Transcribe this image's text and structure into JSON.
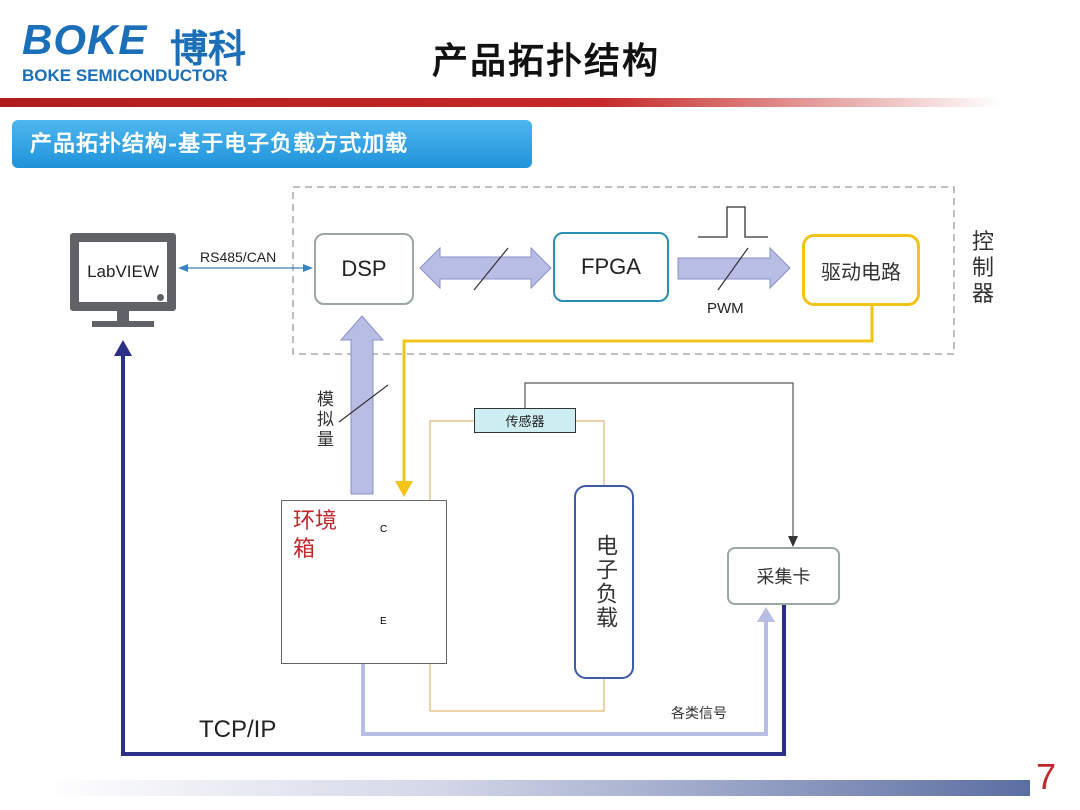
{
  "header": {
    "logo_text": "BOKE",
    "logo_cn": "博科",
    "logo_sub": "BOKE SEMICONDUCTOR",
    "title": "产品拓扑结构"
  },
  "banner": {
    "text": "产品拓扑结构-基于电子负载方式加载"
  },
  "diagram": {
    "labview": "LabVIEW",
    "rs485": "RS485/CAN",
    "dsp": "DSP",
    "fpga": "FPGA",
    "driver": "驱动电路",
    "pwm": "PWM",
    "controller": "控制器",
    "analog": "模拟量",
    "sensor": "传感器",
    "chamber": "环境箱",
    "igbt_c": "C",
    "igbt_e": "E",
    "load": "电子负载",
    "daq": "采集卡",
    "signals": "各类信号",
    "tcpip": "TCP/IP"
  },
  "colors": {
    "brand_blue": "#1a6fb8",
    "accent_red": "#c0282b",
    "arrow_lavender": "#b8bde6",
    "yellow": "#f2c418",
    "navy": "#2b2f85"
  },
  "footer": {
    "page_number": "7"
  }
}
